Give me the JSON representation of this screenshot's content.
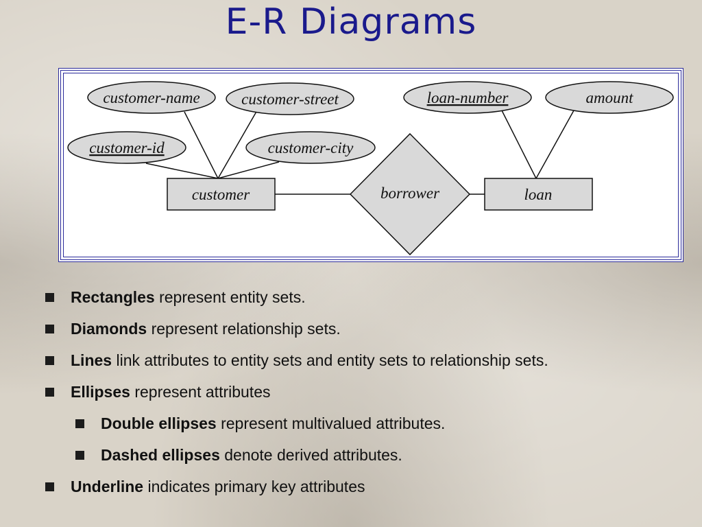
{
  "slide": {
    "title": "E-R Diagrams"
  },
  "diagram": {
    "entities": {
      "customer": "customer",
      "loan": "loan"
    },
    "relationship": "borrower",
    "attributes": {
      "customer_name": "customer-name",
      "customer_street": "customer-street",
      "customer_id": "customer-id",
      "customer_city": "customer-city",
      "loan_number": "loan-number",
      "amount": "amount"
    }
  },
  "bullets": [
    {
      "bold": "Rectangles",
      "rest": " represent entity sets."
    },
    {
      "bold": "Diamonds",
      "rest": " represent relationship sets."
    },
    {
      "bold": "Lines",
      "rest": " link attributes to entity sets and entity sets to relationship sets."
    },
    {
      "bold": "Ellipses",
      "rest": " represent attributes"
    },
    {
      "bold": "Double ellipses",
      "rest": " represent multivalued attributes."
    },
    {
      "bold": "Dashed ellipses",
      "rest": " denote derived attributes."
    },
    {
      "bold": "Underline",
      "rest": " indicates primary key attributes"
    }
  ],
  "colors": {
    "title": "#1a1a8c",
    "frame_border": "#2a2a9a",
    "shape_fill": "#d9d9d9"
  }
}
